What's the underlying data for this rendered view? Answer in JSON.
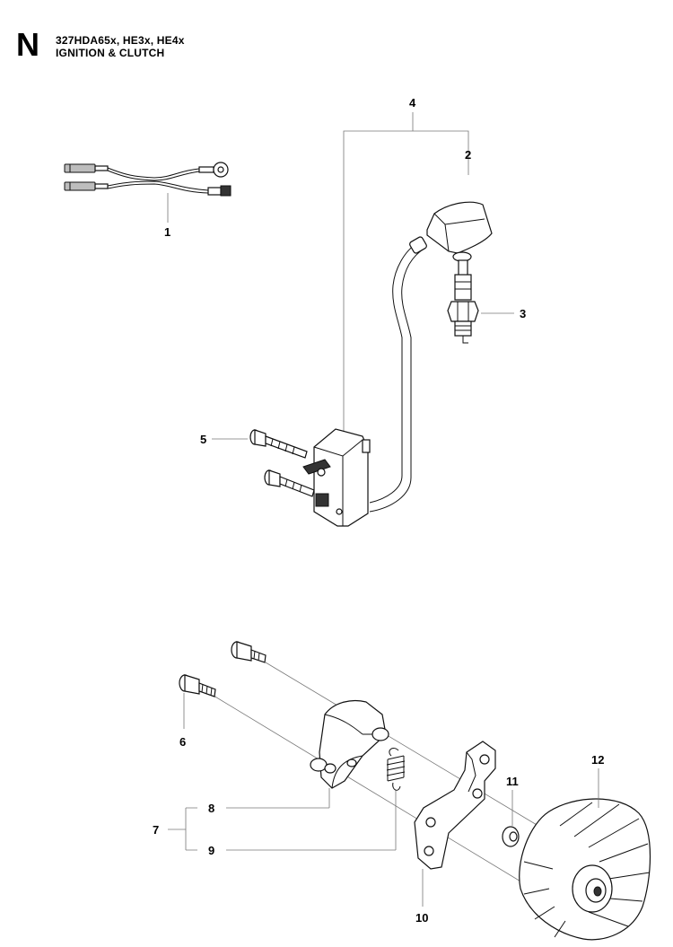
{
  "header": {
    "section_letter": "N",
    "model": "327HDA65x, HE3x, HE4x",
    "title": "IGNITION & CLUTCH"
  },
  "callouts": {
    "c1": "1",
    "c2": "2",
    "c3": "3",
    "c4": "4",
    "c5": "5",
    "c6": "6",
    "c7": "7",
    "c8": "8",
    "c9": "9",
    "c10": "10",
    "c11": "11",
    "c12": "12"
  },
  "colors": {
    "ink": "#111111",
    "leader": "#777777",
    "shade": "#bdbdbd"
  }
}
